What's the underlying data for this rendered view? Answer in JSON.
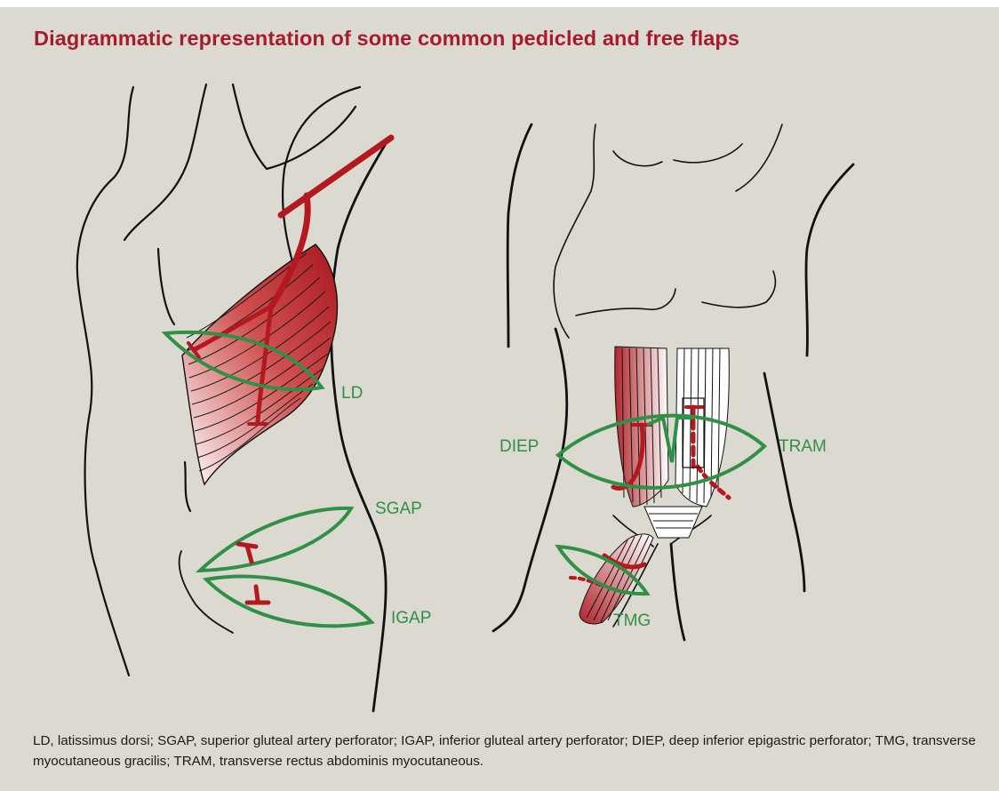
{
  "title": "Diagrammatic representation of some common pedicled and free flaps",
  "flap_labels": {
    "ld": "LD",
    "sgap": "SGAP",
    "igap": "IGAP",
    "diep": "DIEP",
    "tram": "TRAM",
    "tmg": "TMG"
  },
  "caption": "LD, latissimus dorsi; SGAP, superior gluteal artery perforator; IGAP, inferior gluteal artery perforator; DIEP, deep inferior epigastric perforator; TMG, transverse myocutaneous gracilis; TRAM, transverse rectus abdominis myocutaneous.",
  "colors": {
    "background": "#dcd9d1",
    "title": "#a61c2e",
    "vessel": "#b3191f",
    "flap_outline": "#2f9046",
    "body_outline": "#111111"
  }
}
